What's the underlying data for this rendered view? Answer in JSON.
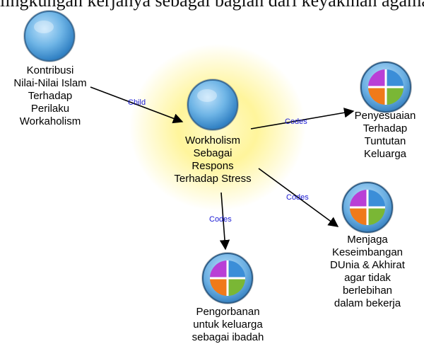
{
  "caption": "lingkungan kerjanya sebagai bagian dari keyakinan agama.",
  "nodes": {
    "kontribusi": {
      "lines": [
        "Kontribusi",
        "Nilai-Nilai Islam",
        "Terhadap",
        "Perilaku",
        "Workaholism"
      ],
      "icon": "sphere-icon"
    },
    "workholism": {
      "lines": [
        "Workholism",
        "Sebagai",
        "Respons",
        "Terhadap Stress"
      ],
      "icon": "sphere-icon",
      "highlight": "#fff7a0"
    },
    "penyesuaian": {
      "lines": [
        "Penyesuaian",
        "Terhadap",
        "Tuntutan",
        "Keluarga"
      ],
      "icon": "code-quad-icon"
    },
    "menjaga": {
      "lines": [
        "Menjaga",
        "Keseimbangan",
        "DUnia & Akhirat",
        "agar tidak",
        "berlebihan",
        "dalam bekerja"
      ],
      "icon": "code-quad-icon"
    },
    "pengorbanan": {
      "lines": [
        "Pengorbanan",
        "untuk keluarga",
        "sebagai ibadah"
      ],
      "icon": "code-quad-icon"
    }
  },
  "edges": {
    "child": "Child",
    "codes_1": "Codes",
    "codes_2": "Codes",
    "codes_3": "Codes"
  },
  "colors": {
    "sphere": "#5aa6de",
    "quad_tl": "#b93fd6",
    "quad_tr": "#3b8ed8",
    "quad_bl": "#f07a1a",
    "quad_br": "#7ab735",
    "edge_label": "#1a1ad4",
    "glow": "#fff27a"
  }
}
